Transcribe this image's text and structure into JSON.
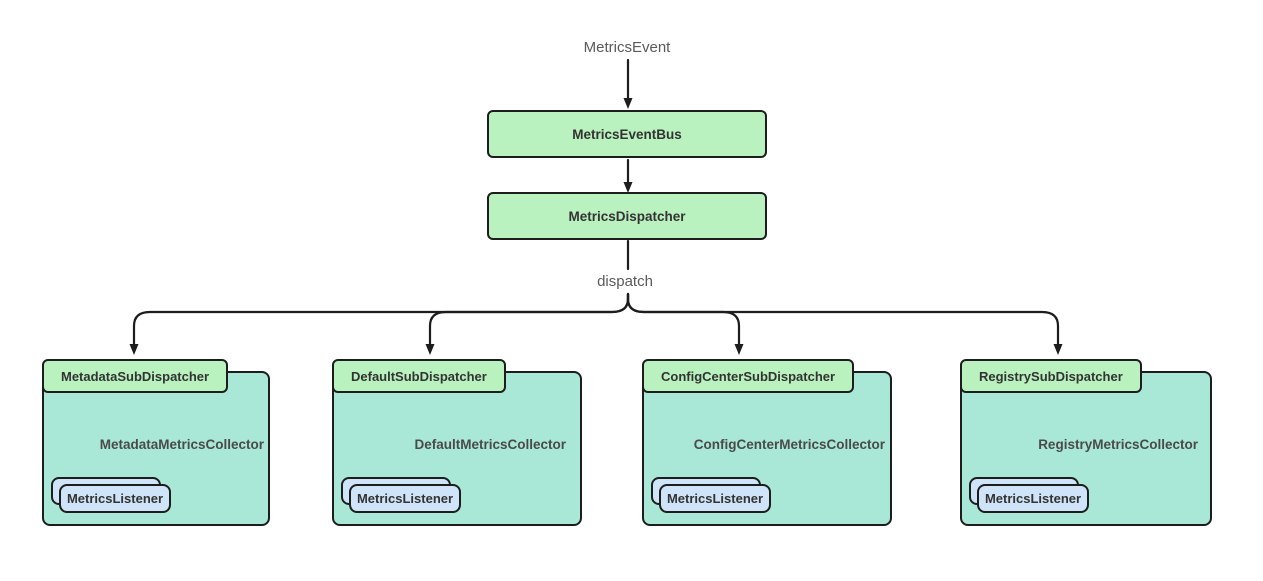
{
  "diagram": {
    "source_label": "MetricsEvent",
    "edge_label": "dispatch",
    "nodes": {
      "event_bus": "MetricsEventBus",
      "dispatcher": "MetricsDispatcher"
    },
    "groups": [
      {
        "dispatcher": "MetadataSubDispatcher",
        "collector": "MetadataMetricsCollector",
        "listener": "MetricsListener"
      },
      {
        "dispatcher": "DefaultSubDispatcher",
        "collector": "DefaultMetricsCollector",
        "listener": "MetricsListener"
      },
      {
        "dispatcher": "ConfigCenterSubDispatcher",
        "collector": "ConfigCenterMetricsCollector",
        "listener": "MetricsListener"
      },
      {
        "dispatcher": "RegistrySubDispatcher",
        "collector": "RegistryMetricsCollector",
        "listener": "MetricsListener"
      }
    ],
    "colors": {
      "node_fill": "#b9f1bf",
      "container_fill": "#a9e8d6",
      "listener_fill": "#cfe4f8",
      "border": "#1d1d1d",
      "collector_arrow": "#f4937e",
      "muted_text": "#5a5a5a"
    }
  }
}
